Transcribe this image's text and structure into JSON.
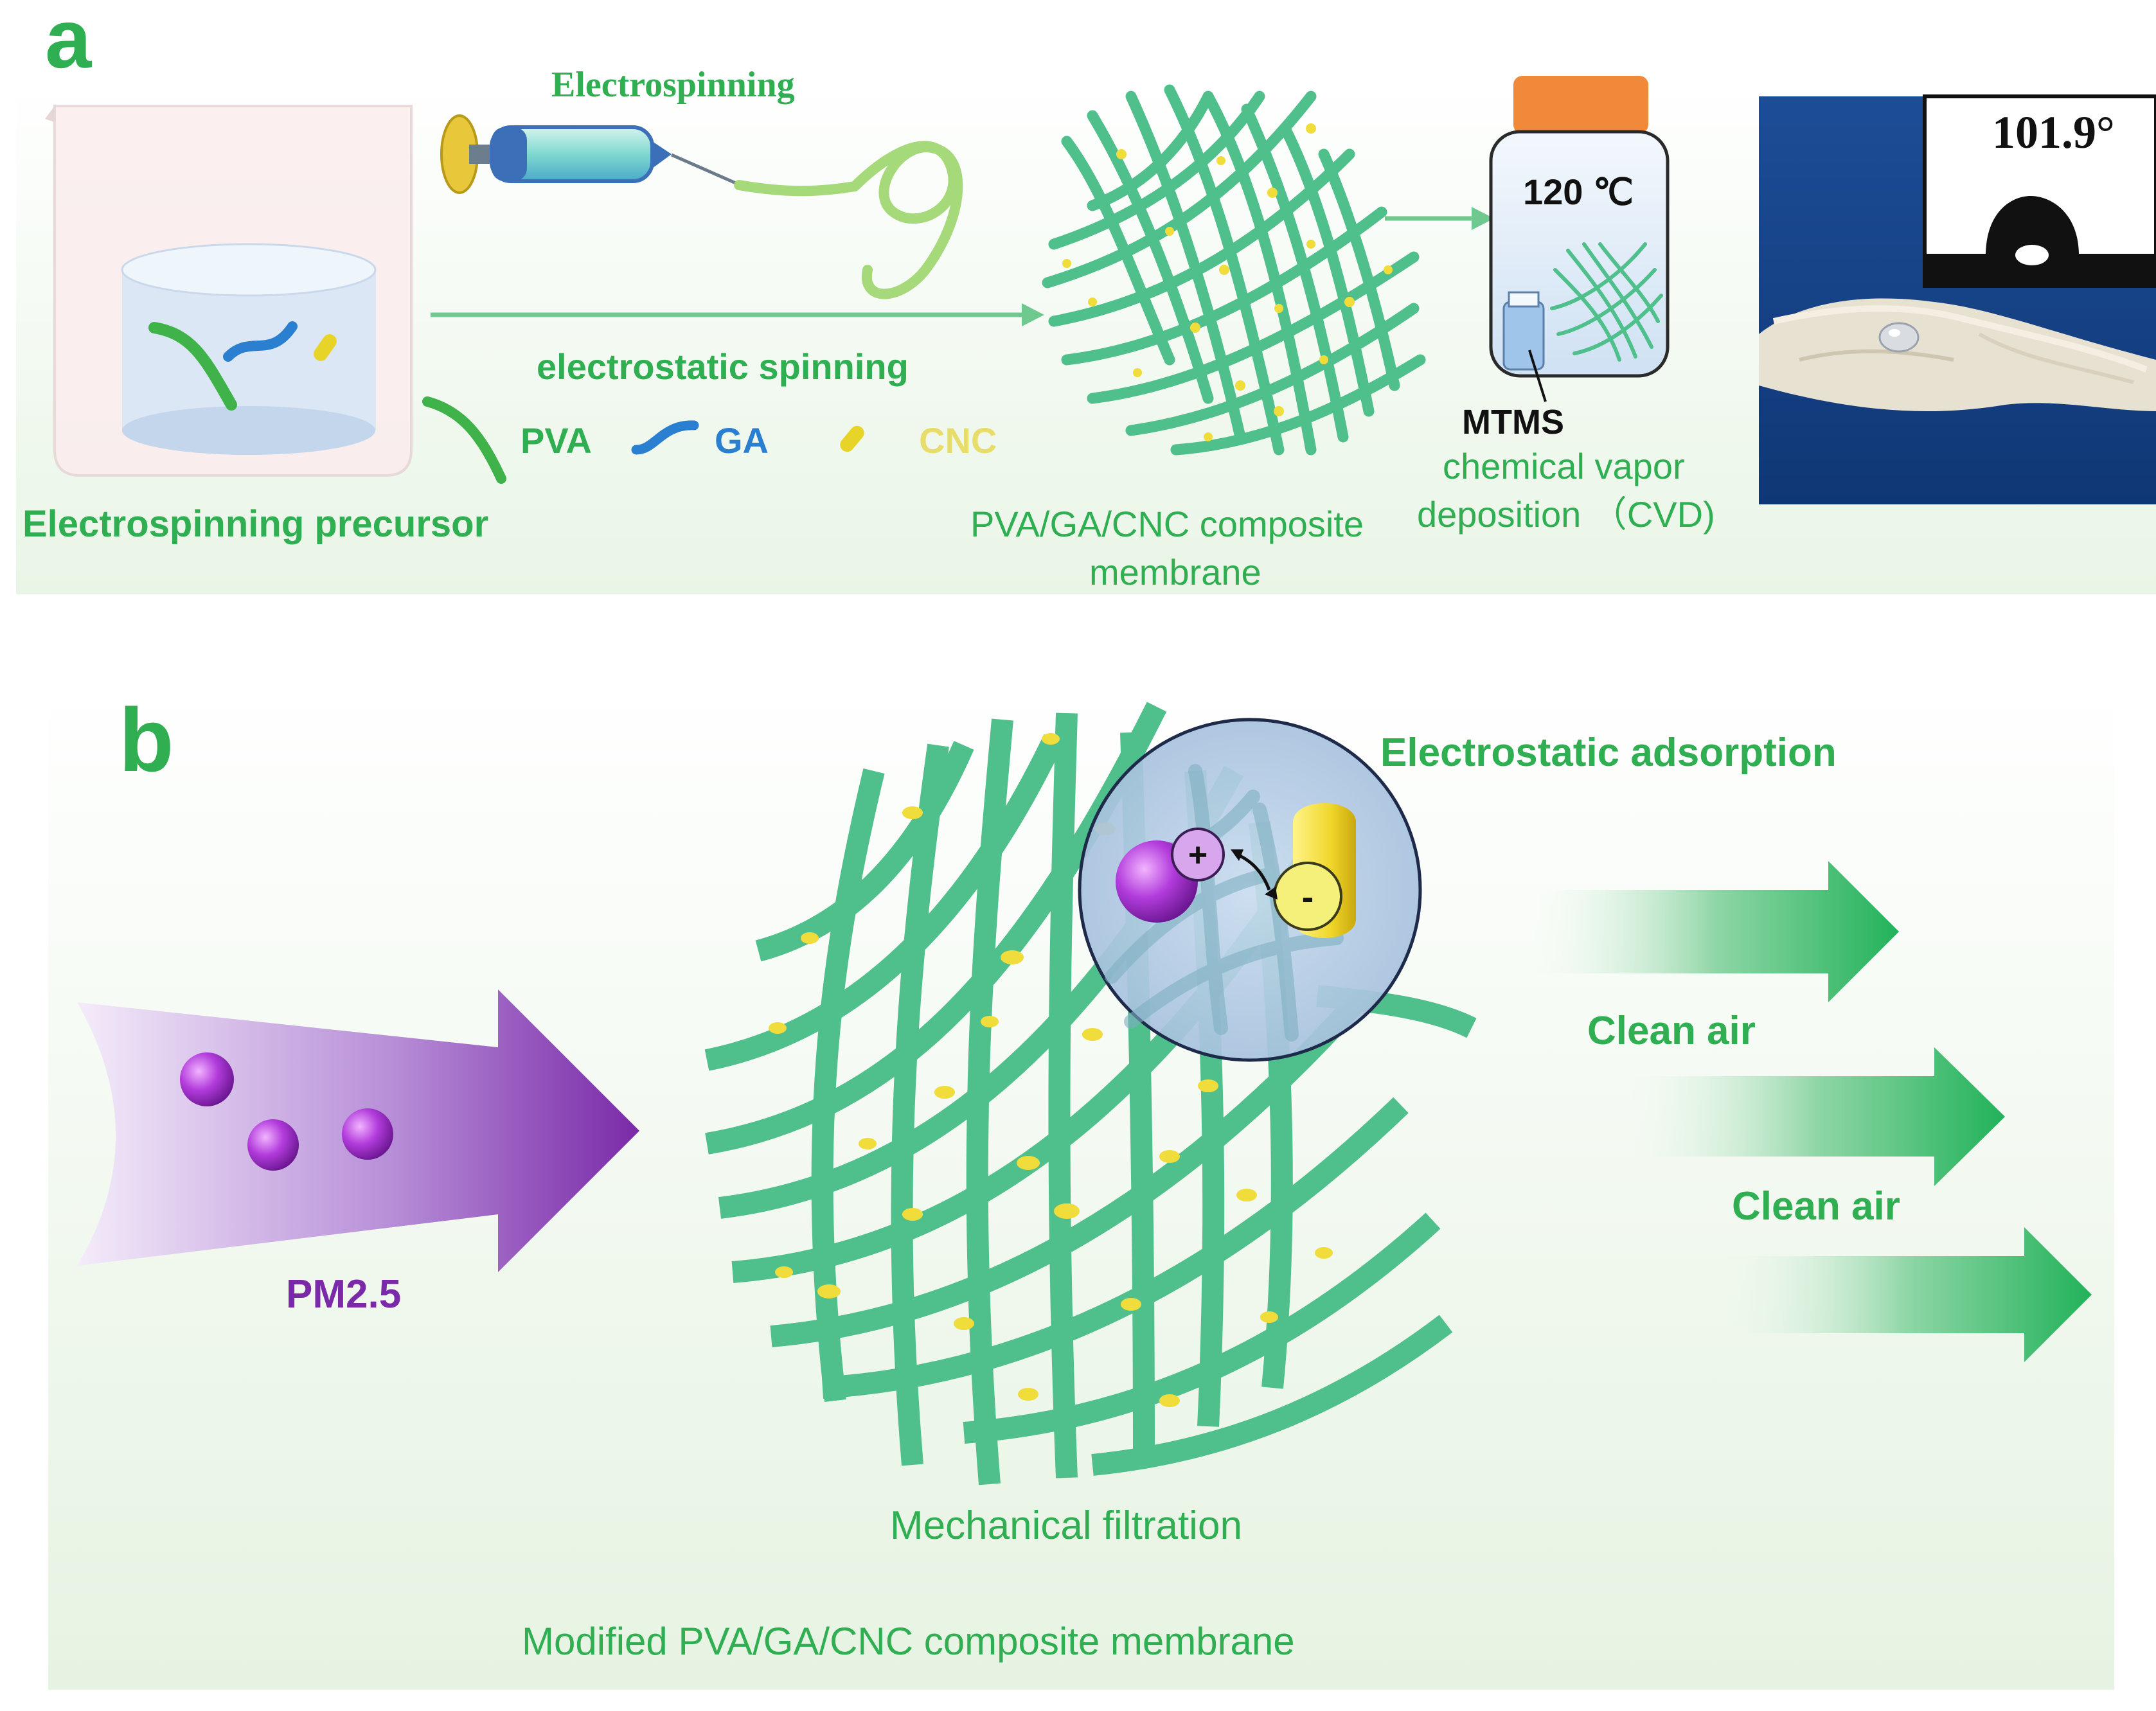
{
  "panel_a": {
    "letter": "a",
    "title_electrospinning": "Electrospinning",
    "label_electrostatic_spinning": "electrostatic spinning",
    "legend": {
      "pva": "PVA",
      "ga": "GA",
      "cnc": "CNC"
    },
    "precursor_caption": "Electrospinning precursor",
    "membrane_caption_line1": "PVA/GA/CNC composite",
    "membrane_caption_line2": "membrane",
    "jar_temperature": "120 ℃",
    "jar_reagent": "MTMS",
    "cvd_line1": "chemical vapor",
    "cvd_line2": "deposition （CVD)",
    "contact_angle": "101.9°"
  },
  "panel_b": {
    "letter": "b",
    "electrostatic_adsorption": "Electrostatic adsorption",
    "charge_positive": "+",
    "charge_negative": "-",
    "pm_label": "PM2.5",
    "clean_air_1": "Clean air",
    "clean_air_2": "Clean air",
    "mechanical_filtration": "Mechanical filtration",
    "bottom_caption": "Modified PVA/GA/CNC composite membrane"
  },
  "colors": {
    "label_green": "#2fae52",
    "fiber_green": "#4fbf8c",
    "cnc_yellow": "#f0dc3a",
    "ga_blue": "#2a7fd0",
    "pm_purple": "#8a2fb8",
    "arrow_purple": "#7a2aa8",
    "jar_lid_orange": "#f08a3a",
    "photo_blue": "#14428a"
  }
}
